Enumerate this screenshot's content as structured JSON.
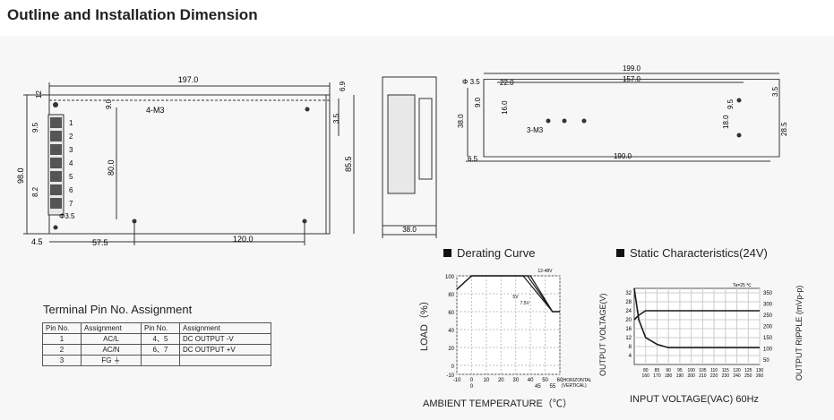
{
  "page": {
    "title": "Outline and Installation Dimension"
  },
  "front_view": {
    "dims": {
      "width": "197.0",
      "height": "98.0",
      "top_offset": "12",
      "right_top": "6.9",
      "screw_hole": "4-M3",
      "hole_y": "9.0",
      "pitch": "9.5",
      "pitch2": "8.2",
      "inner_height": "80.0",
      "right_inner": "85.5",
      "right_small": "3.5",
      "corner_hole": "Φ3.5",
      "left_margin": "4.5",
      "span1": "57.5",
      "span2": "120.0"
    },
    "terminal_numbers": [
      "1",
      "2",
      "3",
      "4",
      "5",
      "6",
      "7"
    ]
  },
  "side_view": {
    "width": "38.0"
  },
  "bottom_view": {
    "dims": {
      "overall": "199.0",
      "span": "157.0",
      "offset": "22.0",
      "hole_dia": "Φ 3.5",
      "left_v": "9.0",
      "left_v2": "16.0",
      "height": "38.0",
      "screw": "3-M3",
      "right_h1": "9.5",
      "right_h2": "18.0",
      "right_h3": "28.5",
      "right_top": "3.5",
      "left_bottom": "6.5",
      "bottom_span": "190.0"
    }
  },
  "terminal_table": {
    "title": "Terminal Pin No. Assignment",
    "headers": [
      "Pin No.",
      "Assignment",
      "Pin No.",
      "Assignment"
    ],
    "rows": [
      [
        "1",
        "AC/L",
        "4、5",
        "DC OUTPUT -V"
      ],
      [
        "2",
        "AC/N",
        "6、7",
        "DC OUTPUT +V"
      ],
      [
        "3",
        "FG",
        "",
        ""
      ]
    ]
  },
  "derating": {
    "section_title": "Derating Curve",
    "ylabel": "LOAD（%）",
    "xlabel": "AMBIENT TEMPERATURE（℃）",
    "y_ticks": [
      "100",
      "80",
      "60",
      "40",
      "20",
      "0",
      "-10"
    ],
    "x_ticks": [
      "-10",
      "0",
      "10",
      "20",
      "30",
      "40",
      "50",
      "60"
    ],
    "x_ticks_vertical": [
      "0",
      "45",
      "55"
    ],
    "x_note_h": "(HORIZONTAL)",
    "x_note_v": "(VERTICAL)",
    "curve_labels": [
      "12-48V",
      "5V",
      "7.5V"
    ],
    "colors": {
      "curve": "#1a1a1a",
      "grid": "#bfbfbf"
    }
  },
  "static": {
    "section_title": "Static Characteristics(24V)",
    "ta_label": "Ta=25 ℃",
    "ylabel_left": "OUTPUT VOLTAGE(V)",
    "ylabel_right": "OUTPUT RIPPLE (mVp-p)",
    "xlabel": "INPUT VOLTAGE(VAC) 60Hz",
    "y_left_ticks": [
      "32",
      "28",
      "24",
      "20",
      "16",
      "12",
      "8",
      "4"
    ],
    "y_right_ticks": [
      "350",
      "300",
      "250",
      "200",
      "150",
      "100",
      "50"
    ],
    "x_ticks_top": [
      "80",
      "85",
      "90",
      "95",
      "100",
      "105",
      "110",
      "115",
      "120",
      "125",
      "130"
    ],
    "x_ticks_bottom": [
      "160",
      "170",
      "180",
      "190",
      "200",
      "210",
      "220",
      "230",
      "240",
      "250",
      "260"
    ]
  },
  "chart_data": [
    {
      "type": "line",
      "title": "Derating Curve",
      "xlabel": "AMBIENT TEMPERATURE（℃）",
      "ylabel": "LOAD（%）",
      "xlim": [
        -10,
        60
      ],
      "ylim": [
        -10,
        100
      ],
      "series": [
        {
          "name": "12-48V",
          "x": [
            -10,
            0,
            40,
            55,
            60
          ],
          "y": [
            85,
            100,
            100,
            60,
            60
          ]
        },
        {
          "name": "5V",
          "x": [
            -10,
            0,
            35,
            55,
            60
          ],
          "y": [
            85,
            100,
            100,
            60,
            60
          ]
        },
        {
          "name": "7.5V",
          "x": [
            -10,
            0,
            38,
            55,
            60
          ],
          "y": [
            85,
            100,
            100,
            60,
            60
          ]
        }
      ]
    },
    {
      "type": "line",
      "title": "Static Characteristics(24V)",
      "xlabel": "INPUT VOLTAGE(VAC) 60Hz",
      "ylabel": "OUTPUT VOLTAGE(V)",
      "xlim": [
        75,
        130
      ],
      "ylim": [
        0,
        34
      ],
      "series": [
        {
          "x": [
            75,
            77,
            80,
            130
          ],
          "y": [
            20,
            22,
            24,
            24
          ]
        },
        {
          "x": [
            75,
            77,
            80,
            85,
            90,
            130
          ],
          "y": [
            34,
            20,
            12,
            9,
            7.5,
            7.5
          ]
        }
      ]
    }
  ]
}
